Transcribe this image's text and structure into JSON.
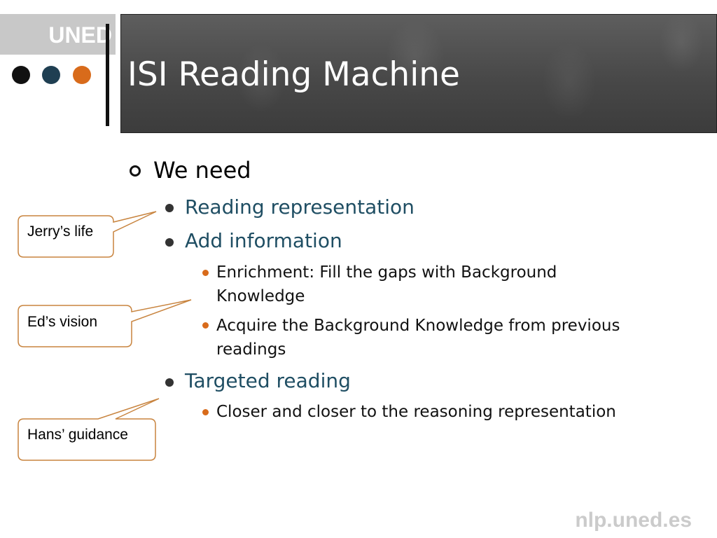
{
  "logo": {
    "text": "UNED"
  },
  "accents": {
    "dot1": "#111111",
    "dot2": "#1f3f52",
    "dot3": "#d86b1b",
    "bullet": "#d86b1b",
    "heading2": "#1f4e63",
    "callout_border": "#c8843f"
  },
  "slide": {
    "title": "ISI Reading Machine",
    "level1": "We need",
    "item1": "Reading representation",
    "item2": "Add information",
    "item2_sub1": "Enrichment: Fill the gaps with Background Knowledge",
    "item2_sub2": "Acquire the Background Knowledge from previous readings",
    "item3": "Targeted reading",
    "item3_sub1": "Closer and closer to the reasoning representation"
  },
  "callouts": {
    "jerry": "Jerry’s life",
    "ed": "Ed’s vision",
    "hans": "Hans’ guidance"
  },
  "footer": {
    "site": "nlp.uned.es"
  }
}
